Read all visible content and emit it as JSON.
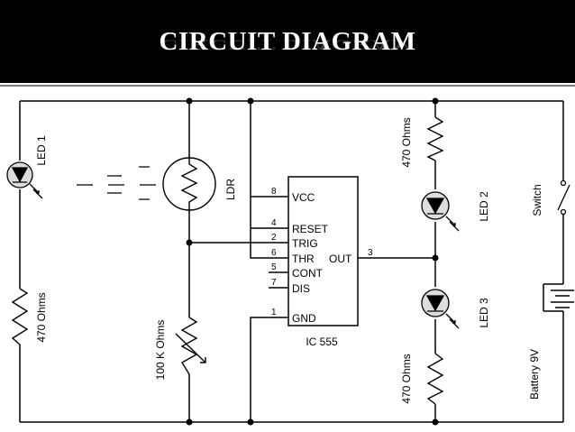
{
  "title": "CIRCUIT DIAGRAM",
  "labels": {
    "led1": "LED 1",
    "r_left": "470 Ohms",
    "ldr": "LDR",
    "pot": "100 K Ohms",
    "r_top": "470 Ohms",
    "led2": "LED 2",
    "led3": "LED 3",
    "r_bottom": "470 Ohms",
    "switch": "Switch",
    "battery": "Battery 9V",
    "ic": "IC 555"
  },
  "ic_pins": {
    "vcc": "VCC",
    "vcc_num": "8",
    "reset": "RESET",
    "reset_num": "4",
    "trig": "TRIG",
    "trig_num": "2",
    "thr": "THR",
    "thr_num": "6",
    "out": "OUT",
    "out_num": "3",
    "cont": "CONT",
    "cont_num": "5",
    "dis": "DIS",
    "dis_num": "7",
    "gnd": "GND",
    "gnd_num": "1"
  },
  "colors": {
    "header_bg": "#000000",
    "title": "#ffffff",
    "wire": "#000000",
    "led_fill": "#dddddd"
  }
}
